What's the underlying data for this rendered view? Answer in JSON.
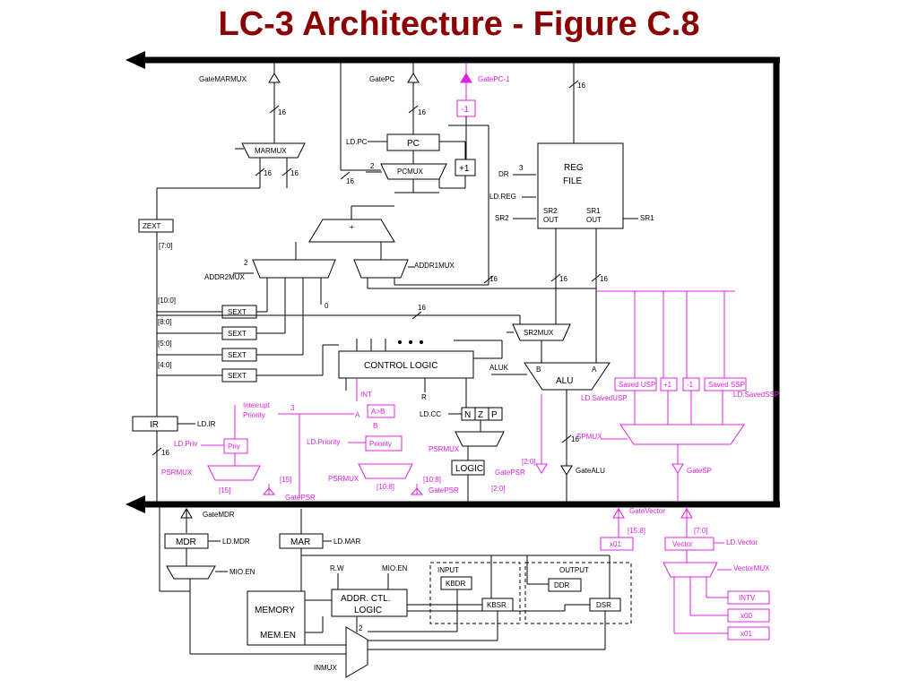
{
  "title": "LC-3 Architecture  -  Figure C.8",
  "colors": {
    "title": "#8b0000",
    "black": "#000000",
    "magenta": "#e020e0"
  },
  "labels": {
    "gate_marmux": "GateMARMUX",
    "gate_pc": "GatePC",
    "gate_pc_1": "GatePC-1",
    "minus1_top": "-1",
    "marmux": "MARMUX",
    "ld_pc": "LD.PC",
    "pc": "PC",
    "plus1_top": "+1",
    "pcmux": "PCMUX",
    "reg_file_1": "REG",
    "reg_file_2": "FILE",
    "dr": "DR",
    "ld_reg": "LD.REG",
    "sr2": "SR2",
    "sr2_out_1": "SR2",
    "sr2_out_2": "OUT",
    "sr1_out_1": "SR1",
    "sr1_out_2": "OUT",
    "sr1": "SR1",
    "zext": "ZEXT",
    "bits_7_0": "[7:0]",
    "plus": "+",
    "addr2mux": "ADDR2MUX",
    "addr1mux": "ADDR1MUX",
    "bits_10_0": "[10:0]",
    "bits_8_0": "[8:0]",
    "bits_5_0": "[5:0]",
    "bits_4_0": "[4:0]",
    "sext_1": "SEXT",
    "sext_2": "SEXT",
    "sext_3": "SEXT",
    "sext_4": "SEXT",
    "zero": "0",
    "sr2mux": "SR2MUX",
    "control_logic": "CONTROL LOGIC",
    "aluk": "ALUK",
    "alu": "ALU",
    "alu_b": "B",
    "alu_a": "A",
    "saved_usp": "Saved USP",
    "plus1_right": "+1",
    "minus1_right": "-1",
    "saved_ssp": "Saved SSP",
    "ld_savedusp": "LD.SavedUSP",
    "ld_savedssp": "LD.SavedSSP",
    "ir": "IR",
    "ld_ir": "LD.IR",
    "interrupt_priority_1": "Interrupt",
    "interrupt_priority_2": "Priority",
    "three": "3",
    "int": "INT",
    "r": "R",
    "a": "A",
    "b": "B",
    "a_gt_b": "A>B",
    "ld_cc": "LD.CC",
    "n": "N",
    "z": "Z",
    "p": "P",
    "ld_priv": "LD.Priv",
    "priv": "Priv",
    "ld_priority": "LD.Priority",
    "priority": "Priority",
    "psrmux": "PSRMUX",
    "logic": "LOGIC",
    "gatepsr_a": "GatePSR",
    "gatepsr_b": "GatePSR",
    "gatepsr_c": "GatePSR",
    "bits_2_0_a": "[2:0]",
    "bits_2_0_b": "[2:0]",
    "bits_10_8_a": "[10:8]",
    "bits_10_8_b": "[10:8]",
    "bits_15": "[15]",
    "bit_15": "[15]",
    "sp_mux": "SPMUX",
    "gate_alu": "GateALU",
    "gate_sp": "GateSP",
    "psrmux_2": "PSRMUX",
    "gate_mdr": "GateMDR",
    "mdr": "MDR",
    "ld_mdr": "LD.MDR",
    "mar": "MAR",
    "ld_mar": "LD.MAR",
    "mio_en": "MIO.EN",
    "rw": "R.W",
    "mio_en_2": "MIO.EN",
    "input": "INPUT",
    "output": "OUTPUT",
    "kbdr": "KBDR",
    "ddr": "DDR",
    "kbsr": "KBSR",
    "dsr": "DSR",
    "memory": "MEMORY",
    "mem_en": "MEM.EN",
    "addr_ctl_1": "ADDR. CTL.",
    "addr_ctl_2": "LOGIC",
    "inmux": "INMUX",
    "two": "2",
    "gate_vector": "GateVector",
    "bits_15_8": "[15:8]",
    "bits_7_0_v": "[7:0]",
    "x01_top": "x01",
    "vector": "Vector",
    "ld_vector": "LD.Vector",
    "vector_mux": "VectorMUX",
    "intv": "INTV",
    "x00": "x00",
    "x01": "x01",
    "w16": "16"
  }
}
